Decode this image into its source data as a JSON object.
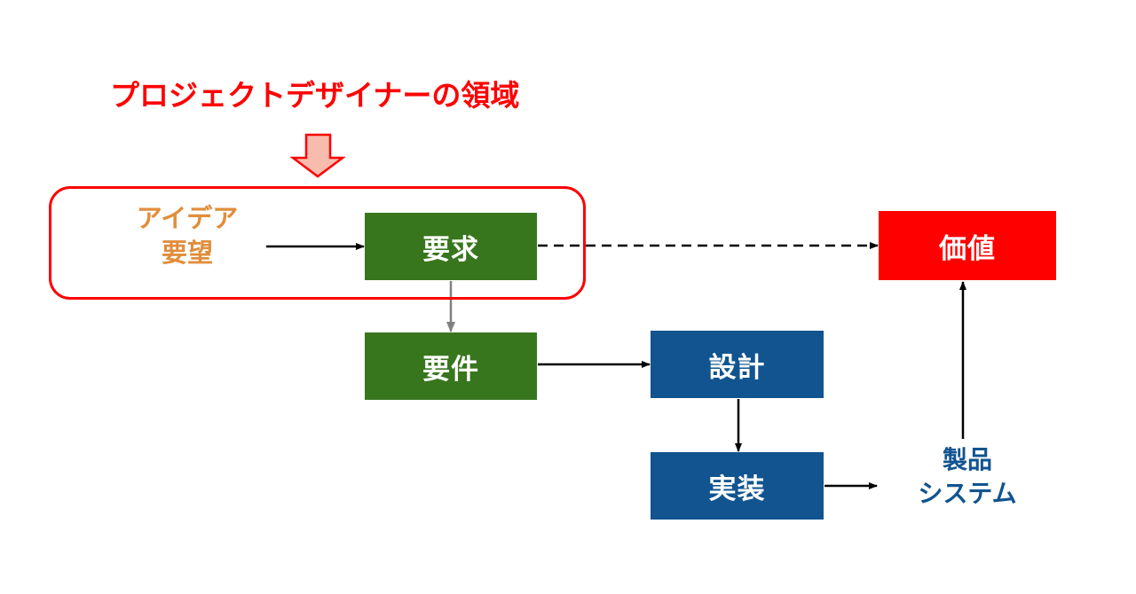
{
  "diagram": {
    "title": "プロジェクトデザイナーの領域",
    "title_color": "#FF0000",
    "scope_border_color": "#FF0000",
    "down_arrow_icon": "down-arrow-icon",
    "idea_label_line1": "アイデア",
    "idea_label_line2": "要望",
    "idea_color": "#E08E3C",
    "nodes": [
      {
        "id": "yokyu",
        "label": "要求",
        "fill": "#38761D",
        "text_color": "#FFFFFF"
      },
      {
        "id": "yoken",
        "label": "要件",
        "fill": "#38761D",
        "text_color": "#FFFFFF"
      },
      {
        "id": "sekkei",
        "label": "設計",
        "fill": "#11548F",
        "text_color": "#FFFFFF"
      },
      {
        "id": "jisso",
        "label": "実装",
        "fill": "#11548F",
        "text_color": "#FFFFFF"
      },
      {
        "id": "kachi",
        "label": "価値",
        "fill": "#FF0000",
        "text_color": "#FFFFFF"
      }
    ],
    "product_label_line1": "製品",
    "product_label_line2": "システム",
    "product_color": "#11548F",
    "connectors": [
      {
        "name": "idea-to-yokyu",
        "style": "solid",
        "color": "#000000"
      },
      {
        "name": "yokyu-to-kachi",
        "style": "dashed",
        "color": "#000000"
      },
      {
        "name": "yokyu-to-yoken",
        "style": "solid",
        "color": "#808080"
      },
      {
        "name": "yoken-to-sekkei",
        "style": "solid",
        "color": "#000000"
      },
      {
        "name": "sekkei-to-jisso",
        "style": "solid",
        "color": "#000000"
      },
      {
        "name": "jisso-to-product",
        "style": "solid",
        "color": "#000000"
      },
      {
        "name": "product-to-kachi",
        "style": "solid",
        "color": "#000000"
      }
    ]
  }
}
